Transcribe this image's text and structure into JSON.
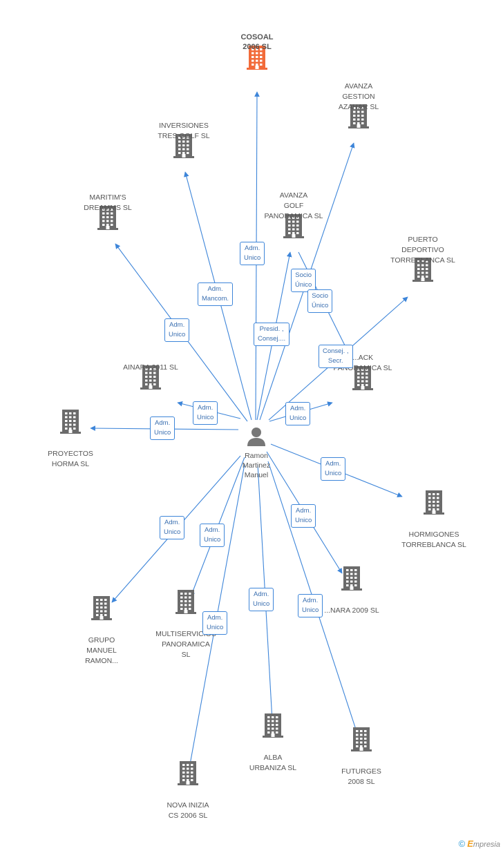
{
  "colors": {
    "edge": "#3d85d9",
    "company_icon": "#6b6b6b",
    "highlight_icon": "#f26b3a",
    "person_icon": "#777777"
  },
  "person": {
    "id": "ramon",
    "name_lines": [
      "Ramon",
      "Martinez",
      "Manuel"
    ],
    "icon": "person-icon"
  },
  "companies": [
    {
      "id": "cosoal",
      "name_lines": [
        "COSOAL",
        "2006 SL"
      ],
      "highlight": true,
      "icon": "building-icon"
    },
    {
      "id": "avanza-gestion",
      "name_lines": [
        "AVANZA",
        "GESTION",
        "AZAHAR SL"
      ],
      "icon": "building-icon"
    },
    {
      "id": "inversiones",
      "name_lines": [
        "INVERSIONES",
        "TRES GOLF SL"
      ],
      "icon": "building-icon"
    },
    {
      "id": "maritims",
      "name_lines": [
        "MARITIM'S",
        "DREAMMS SL"
      ],
      "icon": "building-icon"
    },
    {
      "id": "avanza-golf",
      "name_lines": [
        "AVANZA",
        "GOLF",
        "PANORAMICA SL"
      ],
      "icon": "building-icon"
    },
    {
      "id": "puerto",
      "name_lines": [
        "PUERTO",
        "DEPORTIVO",
        "TORREBLANCA SL"
      ],
      "icon": "building-icon"
    },
    {
      "id": "ainara2011",
      "name_lines": [
        "AINARA 2011 SL"
      ],
      "icon": "building-icon"
    },
    {
      "id": "track",
      "name_lines": [
        "...ACK",
        "PANORAMICA SL"
      ],
      "icon": "building-icon"
    },
    {
      "id": "proyectos",
      "name_lines": [
        "PROYECTOS",
        "HORMA SL"
      ],
      "icon": "building-icon"
    },
    {
      "id": "hormigones",
      "name_lines": [
        "HORMIGONES",
        "TORREBLANCA SL"
      ],
      "icon": "building-icon"
    },
    {
      "id": "grupo",
      "name_lines": [
        "GRUPO",
        "MANUEL",
        "RAMON..."
      ],
      "icon": "building-icon"
    },
    {
      "id": "multiservicios",
      "name_lines": [
        "MULTISERVICIOS",
        "PANORAMICA",
        "SL"
      ],
      "icon": "building-icon"
    },
    {
      "id": "ainara2009",
      "name_lines": [
        "...NARA 2009 SL"
      ],
      "icon": "building-icon"
    },
    {
      "id": "alba",
      "name_lines": [
        "ALBA",
        "URBANIZA  SL"
      ],
      "icon": "building-icon"
    },
    {
      "id": "futurges",
      "name_lines": [
        "FUTURGES",
        "2008 SL"
      ],
      "icon": "building-icon"
    },
    {
      "id": "nova",
      "name_lines": [
        "NOVA INIZIA",
        "CS 2006 SL"
      ],
      "icon": "building-icon"
    }
  ],
  "edges": [
    {
      "to": "cosoal",
      "label_lines": [
        "Adm.",
        "Unico"
      ]
    },
    {
      "to": "avanza-gestion",
      "label_lines": [
        "Socio",
        "Único"
      ]
    },
    {
      "to": "inversiones",
      "label_lines": [
        "Adm.",
        "Mancom."
      ]
    },
    {
      "to": "maritims",
      "label_lines": [
        "Adm.",
        "Unico"
      ]
    },
    {
      "to": "avanza-golf",
      "label_lines": [
        "Presid. ,",
        "Consej...."
      ]
    },
    {
      "to": "puerto",
      "label_lines": [
        "Consej. ,",
        "Secr."
      ]
    },
    {
      "to": "track",
      "label_lines": [
        "Socio",
        "Único"
      ]
    },
    {
      "to": "ainara2011",
      "label_lines": [
        "Adm.",
        "Unico"
      ]
    },
    {
      "to": "track",
      "label_lines": [
        "Adm.",
        "Unico"
      ]
    },
    {
      "to": "proyectos",
      "label_lines": [
        "Adm.",
        "Unico"
      ]
    },
    {
      "to": "hormigones",
      "label_lines": [
        "Adm.",
        "Unico"
      ]
    },
    {
      "to": "grupo",
      "label_lines": [
        "Adm.",
        "Unico"
      ]
    },
    {
      "to": "multiservicios",
      "label_lines": [
        "Adm.",
        "Unico"
      ]
    },
    {
      "to": "ainara2009",
      "label_lines": [
        "Adm.",
        "Unico"
      ]
    },
    {
      "to": "nova",
      "label_lines": [
        "Adm.",
        "Unico"
      ]
    },
    {
      "to": "alba",
      "label_lines": [
        "Adm.",
        "Unico"
      ]
    },
    {
      "to": "futurges",
      "label_lines": [
        "Adm.",
        "Unico"
      ]
    }
  ],
  "footer": {
    "copyright": "©",
    "brand_initial": "E",
    "brand_rest": "mpresia"
  }
}
